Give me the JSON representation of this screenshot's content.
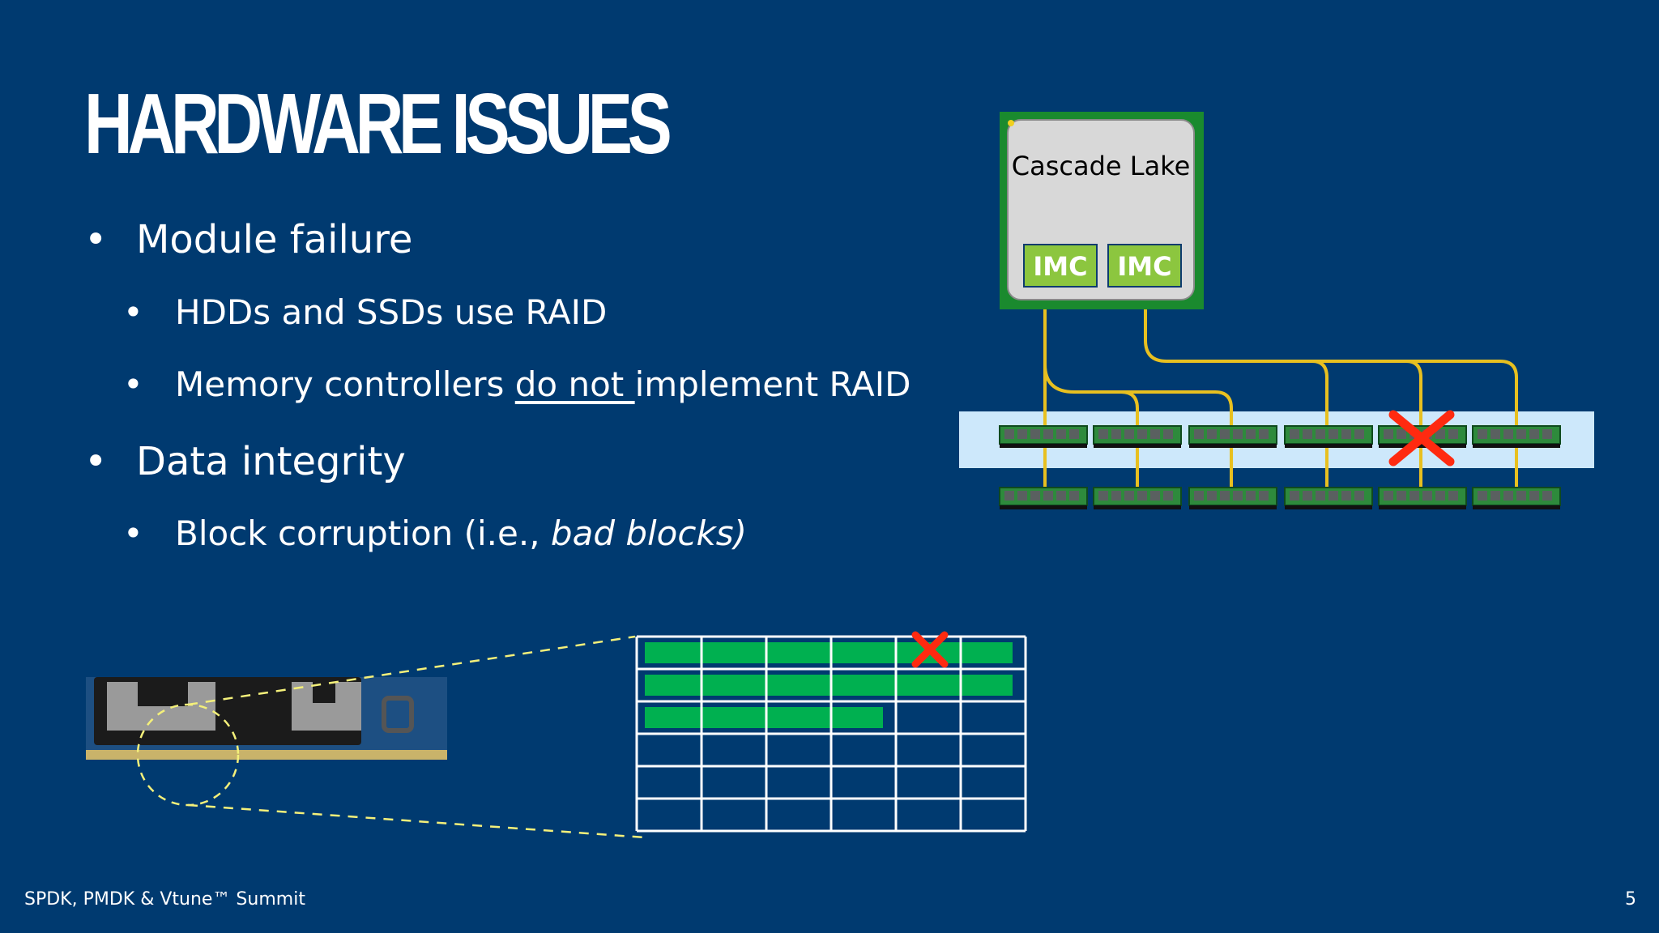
{
  "slide": {
    "title": "HARDWARE ISSUES",
    "bullets": {
      "b1": "Module failure",
      "b1a": "HDDs and SSDs use RAID",
      "b1b_pre": "Memory controllers ",
      "b1b_u": "do not ",
      "b1b_post": "implement RAID",
      "b2": "Data integrity",
      "b2a_pre": "Block corruption (i.e., ",
      "b2a_it": "bad blocks)"
    },
    "bullet_glyph": "•"
  },
  "diagram": {
    "cpu_label": "Cascade Lake",
    "imc_labels": [
      "IMC",
      "IMC"
    ],
    "dimm_rows": 2,
    "dimms_per_row": 6,
    "failed_dimm": "row 1, dimm 5",
    "colors": {
      "cpu_border": "#1a8a2e",
      "imc": "#8cc63f",
      "trace": "#e8c020",
      "band": "#cde8fb",
      "dimm": "#2e8a3c",
      "fail": "#ff2a10"
    }
  },
  "block_grid": {
    "columns": 6,
    "rows": 6,
    "filled_bar_lengths": [
      6,
      6,
      4
    ],
    "bad_block": "row 1, column 5"
  },
  "footer": {
    "event": "SPDK, PMDK & Vtune™ Summit",
    "page": "5"
  }
}
